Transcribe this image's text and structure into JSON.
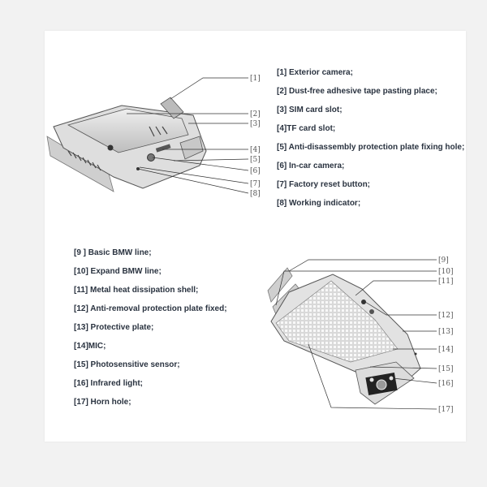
{
  "legend_top": [
    "[1] Exterior camera;",
    "[2] Dust-free adhesive tape pasting place;",
    "[3] SIM card slot;",
    "[4]TF card slot;",
    "[5] Anti-disassembly protection plate fixing hole;",
    "[6] In-car camera;",
    "[7] Factory reset button;",
    "[8] Working indicator;"
  ],
  "legend_bottom": [
    "[9 ] Basic BMW line;",
    "[10] Expand BMW line;",
    "[11] Metal heat dissipation shell;",
    "[12] Anti-removal protection plate fixed;",
    "[13] Protective plate;",
    "[14]MIC;",
    "[15] Photosensitive sensor;",
    "[16] Infrared light;",
    "[17] Horn hole;"
  ],
  "callouts_top": [
    "[1]",
    "[2]",
    "[3]",
    "[4]",
    "[5]",
    "[6]",
    "[7]",
    "[8]"
  ],
  "callouts_bottom": [
    "[9]",
    "[10]",
    "[11]",
    "[12]",
    "[13]",
    "[14]",
    "[15]",
    "[16]",
    "[17]"
  ]
}
